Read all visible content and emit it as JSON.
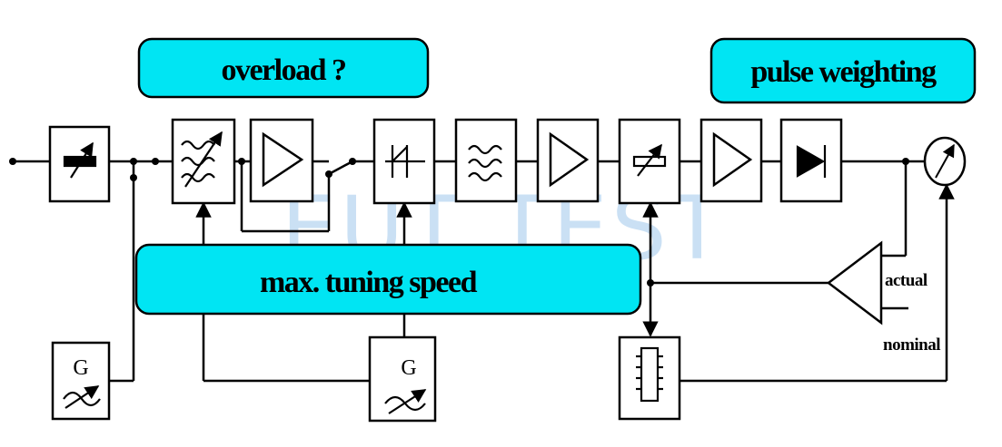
{
  "labels": {
    "overload": "overload ?",
    "pulse_weighting": "pulse weighting",
    "tuning_speed": "max. tuning speed",
    "actual": "actual",
    "nominal": "nominal",
    "generator_left": "G",
    "generator_mid": "G",
    "watermark": "EUT TEST"
  },
  "colors": {
    "callout_fill": "#00e5f3",
    "line": "#000000"
  },
  "icons": {
    "attenuator": "variable-attenuator-icon",
    "tunable_filter": "tunable-filter-icon",
    "amplifier": "amplifier-triangle-icon",
    "mixer": "mixer-icon",
    "bandpass": "bandpass-filter-icon",
    "variable_gain": "variable-gain-icon",
    "detector": "diode-detector-icon",
    "meter": "meter-icon",
    "comparator": "comparator-triangle-icon",
    "ic": "integrated-circuit-icon",
    "oscillator": "sweep-generator-icon"
  }
}
